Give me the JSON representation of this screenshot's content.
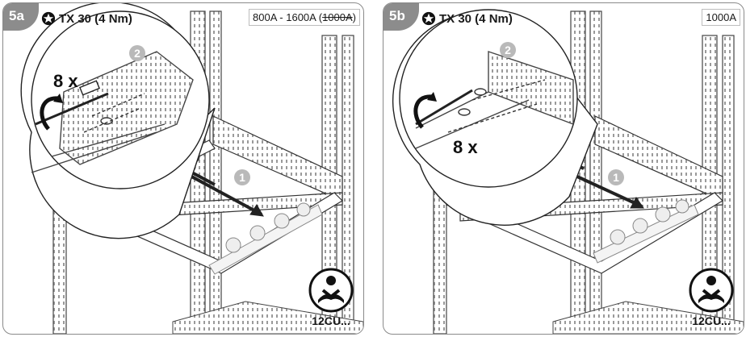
{
  "panels": [
    {
      "step": "5a",
      "torque": "TX 30 (4 Nm)",
      "rating_prefix": "800A - 1600A (",
      "rating_struck": "1000A",
      "rating_suffix": ")",
      "quantity": "8 x",
      "callouts": [
        "2",
        "1"
      ],
      "manual_code": "12CU..."
    },
    {
      "step": "5b",
      "torque": "TX 30 (4 Nm)",
      "rating": "1000A",
      "quantity": "8 x",
      "callouts": [
        "2",
        "1"
      ],
      "manual_code": "12CU..."
    }
  ],
  "icons": {
    "torque": "torx-star-icon",
    "manual": "read-manual-icon",
    "rotate": "rotate-arrow-icon"
  },
  "colors": {
    "step_tab": "#8c8c8c",
    "callout": "#b9b9b9",
    "line": "#333333"
  }
}
